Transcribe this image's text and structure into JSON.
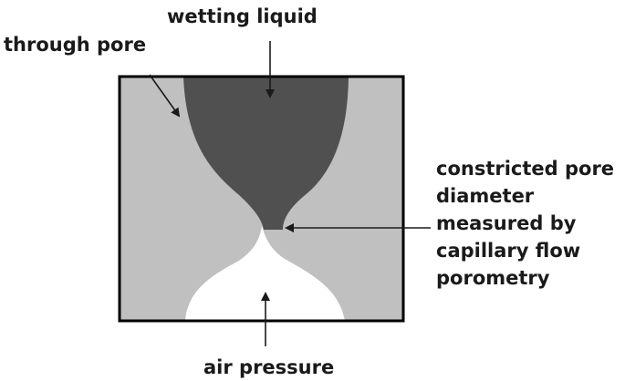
{
  "labels": {
    "wetting_liquid": "wetting liquid",
    "through_pore": "through pore",
    "constricted_line1": "constricted pore",
    "constricted_line2": "diameter",
    "constricted_line3": "measured by",
    "constricted_line4": "capillary flow",
    "constricted_line5": "porometry",
    "air_pressure": "air pressure"
  },
  "colors": {
    "solid_matrix": "#c0c0c0",
    "wetting_liquid": "#505050",
    "air_region": "#ffffff",
    "outline": "#000000",
    "arrow": "#1a1a1a",
    "text": "#1a1a1a"
  }
}
